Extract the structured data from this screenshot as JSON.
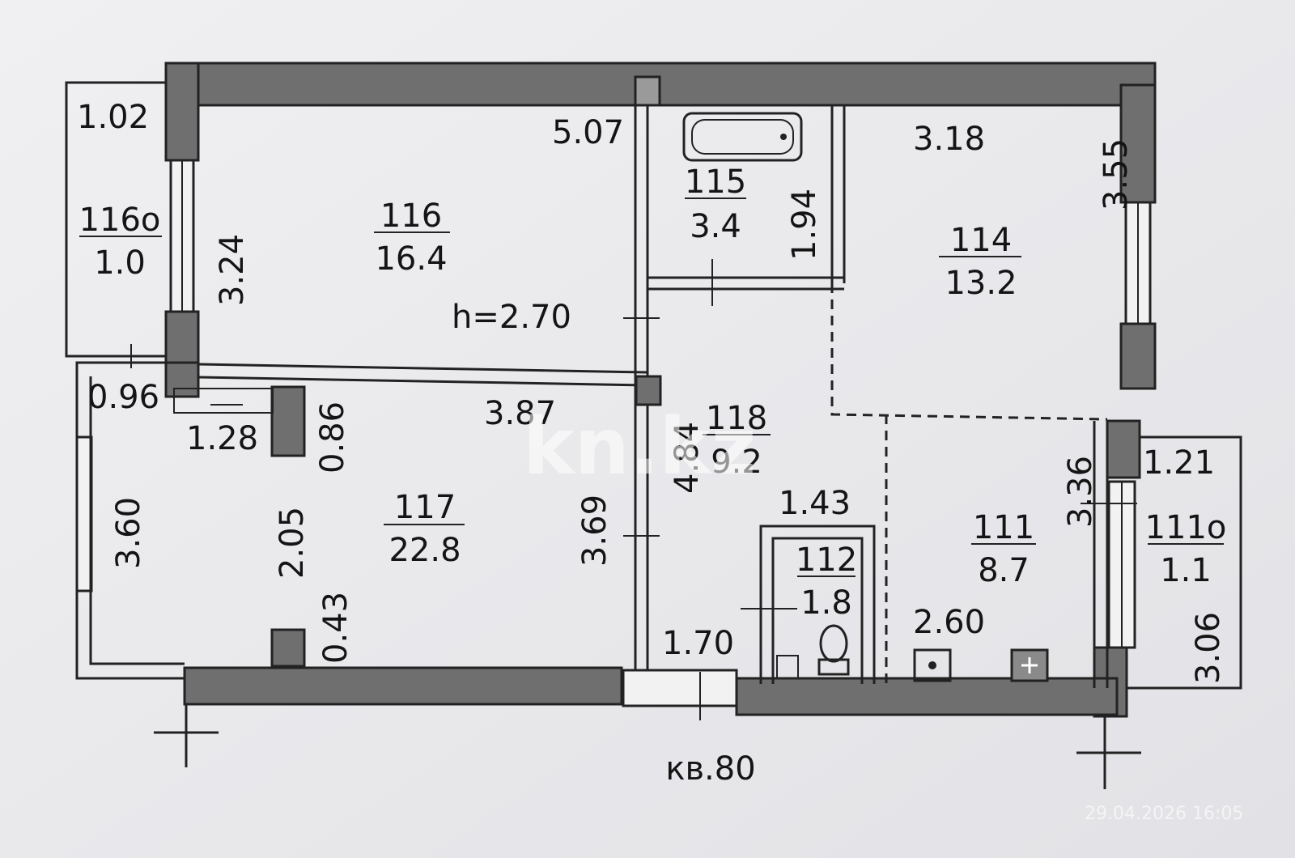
{
  "plan": {
    "apartment_label": "кв.80",
    "ceiling_height": "h=2.70",
    "watermark": "kn.kz",
    "timestamp": "29.04.2026   16:05"
  },
  "rooms": {
    "r116a": {
      "number": "116о",
      "area": "1.0"
    },
    "r116": {
      "number": "116",
      "area": "16.4"
    },
    "r115": {
      "number": "115",
      "area": "3.4"
    },
    "r114": {
      "number": "114",
      "area": "13.2"
    },
    "r117": {
      "number": "117",
      "area": "22.8"
    },
    "r118": {
      "number": "118",
      "area": "9.2"
    },
    "r112": {
      "number": "112",
      "area": "1.8"
    },
    "r111": {
      "number": "111",
      "area": "8.7"
    },
    "r111a": {
      "number": "111о",
      "area": "1.1"
    }
  },
  "dimensions": {
    "d_102": "1.02",
    "d_507": "5.07",
    "d_318": "3.18",
    "d_355": "3.55",
    "d_324": "3.24",
    "d_194": "1.94",
    "d_096": "0.96",
    "d_387": "3.87",
    "d_128": "1.28",
    "d_086": "0.86",
    "d_484": "4.84",
    "d_336": "3.36",
    "d_121": "1.21",
    "d_360": "3.60",
    "d_205": "2.05",
    "d_369": "3.69",
    "d_143": "1.43",
    "d_043": "0.43",
    "d_170": "1.70",
    "d_260": "2.60",
    "d_306": "3.06"
  }
}
